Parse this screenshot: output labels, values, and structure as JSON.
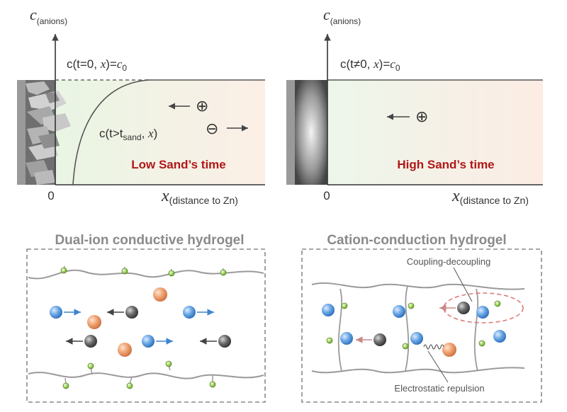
{
  "panel_a": {
    "ylabel": "c",
    "ylabel_sub": "(anions)",
    "xlabel": "x",
    "xlabel_sub": "(distance to Zn)",
    "origin": "0",
    "initial_pre": "c(t=0, ",
    "initial_var": "x",
    "initial_mid": ")=",
    "initial_c": "c",
    "initial_sub": "0",
    "curve_pre": "c(t>t",
    "curve_sub": "sand",
    "curve_mid": ", ",
    "curve_var": "x",
    "curve_post": ")",
    "cation_symbol": "⊕",
    "anion_symbol": "⊖",
    "sand_label": "Low Sand’s time"
  },
  "panel_b": {
    "ylabel": "c",
    "ylabel_sub": "(anions)",
    "xlabel": "x",
    "xlabel_sub": "(distance to Zn)",
    "origin": "0",
    "cond_pre": "c(t≠0, ",
    "cond_var": "x",
    "cond_mid": ")=",
    "cond_c": "c",
    "cond_sub": "0",
    "cation_symbol": "⊕",
    "sand_label": "High Sand’s time"
  },
  "panel_c": {
    "title": "Dual-ion conductive hydrogel"
  },
  "panel_d": {
    "title": "Cation-conduction hydrogel",
    "note_top": "Coupling-decoupling",
    "note_bottom": "Electrostatic repulsion"
  },
  "colors": {
    "cation": "#4a90d9",
    "anion": "#555555",
    "counter_ion": "#e89a6a",
    "anchor": "#8cc63f",
    "chain": "#9a9a9a",
    "label_red": "#b01818",
    "dashed_ellipse": "#e07a7a"
  }
}
